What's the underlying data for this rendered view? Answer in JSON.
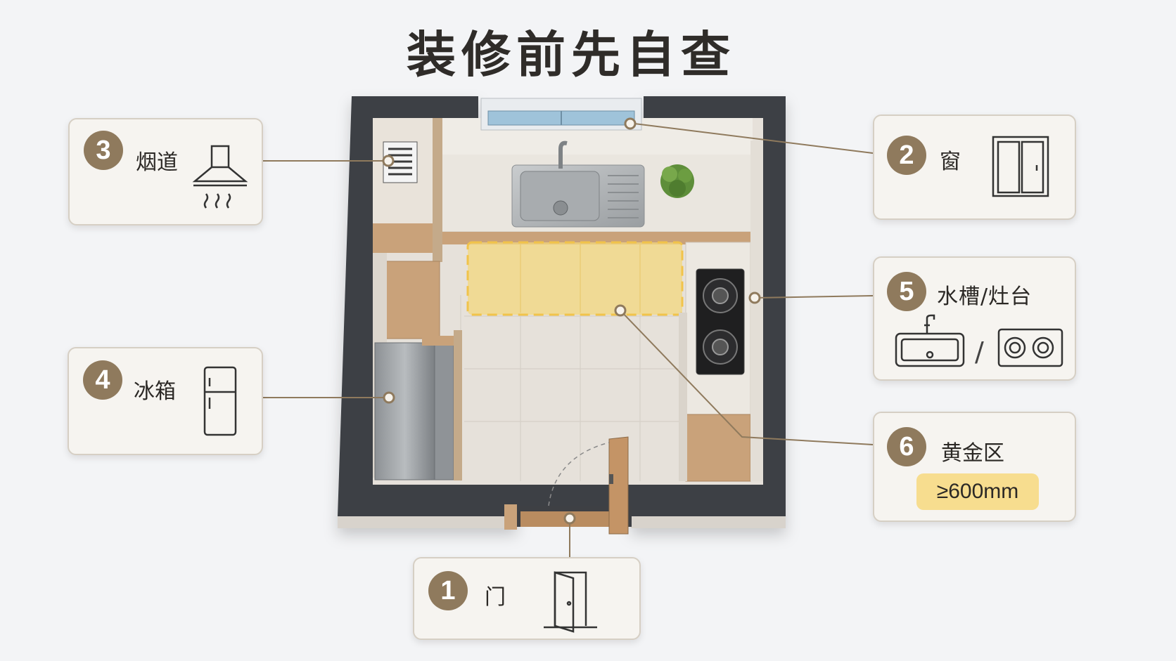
{
  "title": "装修前先自查",
  "callouts": [
    {
      "number": "1",
      "label": "门",
      "icon": "door-icon"
    },
    {
      "number": "2",
      "label": "窗",
      "icon": "window-icon"
    },
    {
      "number": "3",
      "label": "烟道",
      "icon": "range-hood-icon"
    },
    {
      "number": "4",
      "label": "冰箱",
      "icon": "fridge-icon"
    },
    {
      "number": "5",
      "label": "水槽/灶台",
      "icon": "sink-and-stove-icon",
      "separator": "/"
    },
    {
      "number": "6",
      "label": "黄金区",
      "icon": "golden-zone",
      "value": "≥600mm"
    }
  ],
  "colors": {
    "badge": "#8f7a5d",
    "leader_line": "#8f7a5d",
    "wall": "#3e4044",
    "floor": "#e6e1da",
    "wood": "#c9a27a",
    "golden_zone": "#f3d77e"
  }
}
